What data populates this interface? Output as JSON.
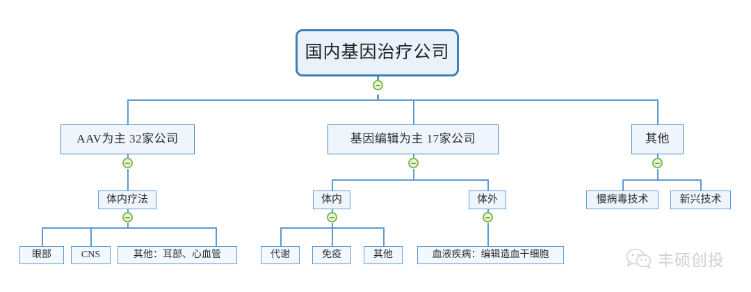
{
  "diagram": {
    "type": "tree-org-chart",
    "title": "国内基因治疗公司",
    "theme": {
      "line_color": "#5b9bd5",
      "node_fill": "#eef5fc",
      "node_border": "#4a86b8",
      "root_border": "#3f7fb3",
      "toggle_border": "#7dba43",
      "toggle_fill": "#eaf4dd",
      "background": "#ffffff"
    },
    "root": {
      "label": "国内基因治疗公司",
      "toggle_state": "expanded"
    },
    "level2": [
      {
        "id": "aav",
        "label": "AAV为主  32家公司",
        "toggle_state": "expanded"
      },
      {
        "id": "gene-editing",
        "label": "基因编辑为主  17家公司",
        "toggle_state": "expanded"
      },
      {
        "id": "other",
        "label": "其他",
        "toggle_state": "expanded"
      }
    ],
    "level3": [
      {
        "id": "in-vivo-therapy",
        "parent": "aav",
        "label": "体内疗法",
        "toggle_state": "expanded"
      },
      {
        "id": "in-vivo",
        "parent": "gene-editing",
        "label": "体内",
        "toggle_state": "expanded"
      },
      {
        "id": "ex-vivo",
        "parent": "gene-editing",
        "label": "体外",
        "toggle_state": "expanded"
      },
      {
        "id": "lentivirus",
        "parent": "other",
        "label": "慢病毒技术",
        "toggle_state": "none"
      },
      {
        "id": "emerging",
        "parent": "other",
        "label": "新兴技术",
        "toggle_state": "none"
      }
    ],
    "level4": [
      {
        "id": "eye",
        "parent": "in-vivo-therapy",
        "label": "眼部"
      },
      {
        "id": "cns",
        "parent": "in-vivo-therapy",
        "label": "CNS"
      },
      {
        "id": "aav-other",
        "parent": "in-vivo-therapy",
        "label": "其他：耳部、心血管"
      },
      {
        "id": "metabolic",
        "parent": "in-vivo",
        "label": "代谢"
      },
      {
        "id": "immune",
        "parent": "in-vivo",
        "label": "免疫"
      },
      {
        "id": "invivo-other",
        "parent": "in-vivo",
        "label": "其他"
      },
      {
        "id": "blood-disease",
        "parent": "ex-vivo",
        "label": "血液疾病：编辑造血干细胞"
      }
    ]
  },
  "watermark": {
    "icon": "wechat-icon",
    "label": "丰硕创投"
  }
}
